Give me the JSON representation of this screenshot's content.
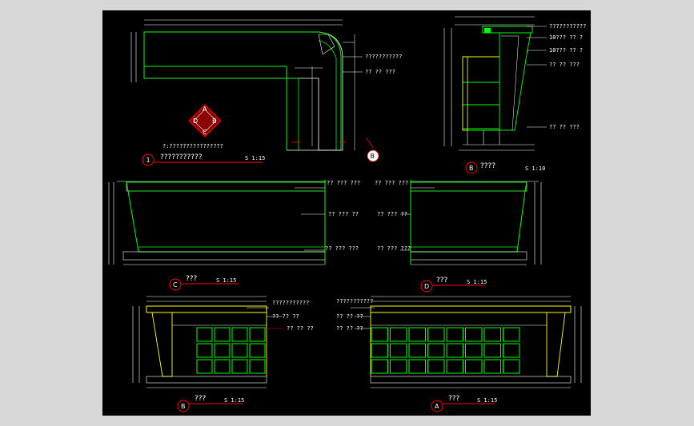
{
  "drawing": {
    "background": "#000000",
    "frame_color": "#d7d7d7",
    "line_colors": {
      "outline": "#00ff00",
      "dims": "#ffffff",
      "accent": "#ffff00",
      "marker": "#ff0000"
    }
  },
  "plan": {
    "marker": "1",
    "title": "???????????",
    "scale": "S 1:15",
    "note": "?:????????????????",
    "section_tag": "B",
    "compass": {
      "top": "A",
      "left": "D",
      "right": "B",
      "bottom": "C"
    },
    "callouts": [
      "???????????",
      "?? ?? ???"
    ]
  },
  "section_b": {
    "marker": "B",
    "title": "????",
    "scale": "S 1:10",
    "callouts": [
      "???????????",
      "10??? ?? ?",
      "10??? ?? ?",
      "?? ?? ???",
      "?? ?? ???"
    ]
  },
  "elev_c": {
    "marker": "C",
    "title": "???",
    "scale": "S 1:15",
    "callouts": [
      "?? ??? ???",
      "?? ??? ??",
      "?? ??? ???"
    ]
  },
  "elev_d": {
    "marker": "D",
    "title": "???",
    "scale": "S 1:15",
    "callouts": [
      "?? ??? ???",
      "?? ??? ??",
      "?? ??? ???"
    ]
  },
  "elev_b": {
    "marker": "B",
    "title": "???",
    "scale": "S 1:15",
    "callouts": [
      "???????????",
      "?? ?? ??",
      "?? ?? ??"
    ]
  },
  "elev_a": {
    "marker": "A",
    "title": "???",
    "scale": "S 1:15",
    "callouts": [
      "???????????",
      "?? ?? ??",
      "?? ?? ??"
    ]
  }
}
